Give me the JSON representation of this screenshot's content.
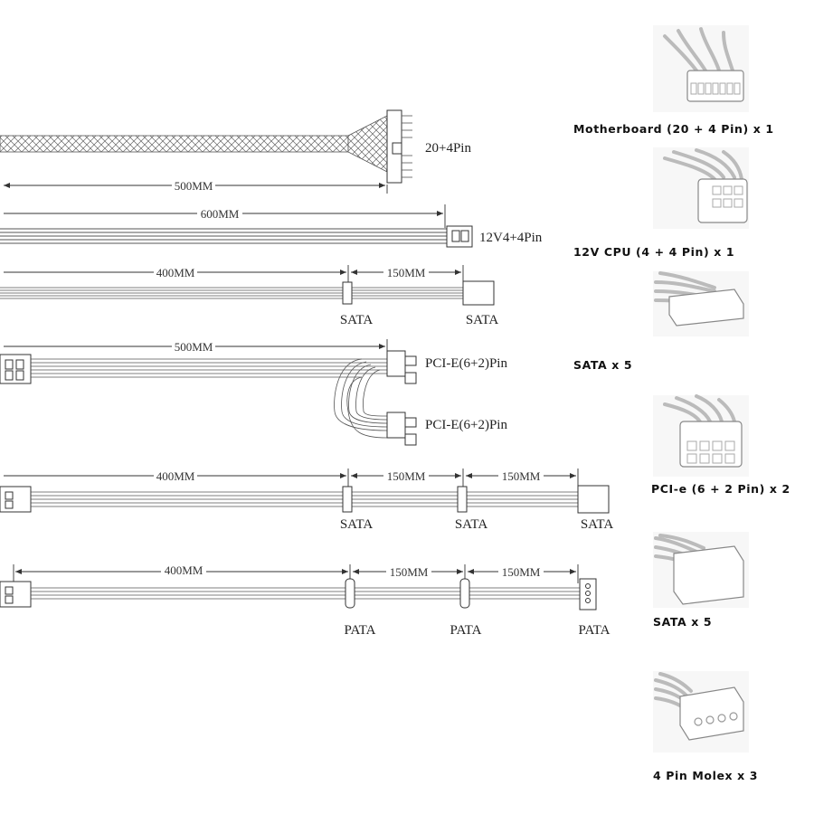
{
  "cables": {
    "mb": {
      "length": "500MM",
      "connector": "20+4Pin"
    },
    "cpu": {
      "length": "600MM",
      "connector": "12V4+4Pin"
    },
    "sata1": {
      "length_a": "400MM",
      "length_b": "150MM",
      "conn_a": "SATA",
      "conn_b": "SATA"
    },
    "pcie": {
      "length": "500MM",
      "conn_a": "PCI-E(6+2)Pin",
      "conn_b": "PCI-E(6+2)Pin"
    },
    "sata2": {
      "length_a": "400MM",
      "length_b": "150MM",
      "length_c": "150MM",
      "conn_a": "SATA",
      "conn_b": "SATA",
      "conn_c": "SATA"
    },
    "pata": {
      "length_a": "400MM",
      "length_b": "150MM",
      "length_c": "150MM",
      "conn_a": "PATA",
      "conn_b": "PATA",
      "conn_c": "PATA"
    }
  },
  "thumbnails": [
    {
      "caption": "Motherboard (20 + 4 Pin) x 1",
      "icon": "atx-24pin-connector"
    },
    {
      "caption": "12V CPU (4 + 4 Pin) x 1",
      "icon": "cpu-8pin-connector"
    },
    {
      "caption": "SATA x 5",
      "icon": "sata-connector"
    },
    {
      "caption": "PCI-e (6 + 2 Pin) x 2",
      "icon": "pcie-8pin-connector"
    },
    {
      "caption": "SATA x 5",
      "icon": "sata-connector"
    },
    {
      "caption": "4 Pin Molex x 3",
      "icon": "molex-4pin-connector"
    }
  ]
}
